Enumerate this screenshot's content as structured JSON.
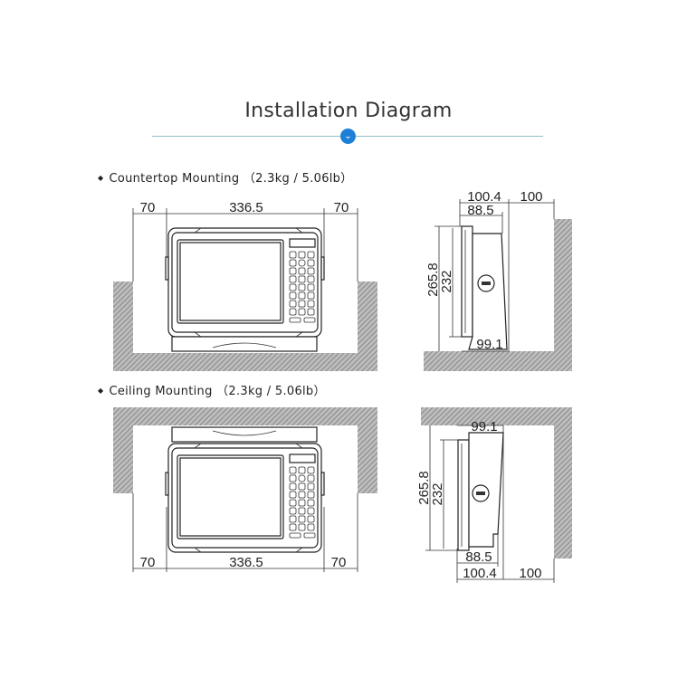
{
  "header": {
    "title": "Installation Diagram",
    "divider_icon": "chevron-down-icon",
    "accent_color": "#1e7fd6"
  },
  "countertop": {
    "label": "Countertop Mounting （2.3kg / 5.06lb）",
    "front": {
      "left_clearance": "70",
      "width": "336.5",
      "right_clearance": "70"
    },
    "side": {
      "depth_total": "100.4",
      "rear_clearance": "100",
      "depth_body": "88.5",
      "height_total": "265.8",
      "height_body": "232",
      "base_depth": "99.1"
    }
  },
  "ceiling": {
    "label": "Ceiling Mounting （2.3kg / 5.06lb）",
    "front": {
      "left_clearance": "70",
      "width": "336.5",
      "right_clearance": "70"
    },
    "side": {
      "depth_total": "100.4",
      "rear_clearance": "100",
      "depth_body": "88.5",
      "height_total": "265.8",
      "height_body": "232",
      "base_depth": "99.1"
    }
  }
}
